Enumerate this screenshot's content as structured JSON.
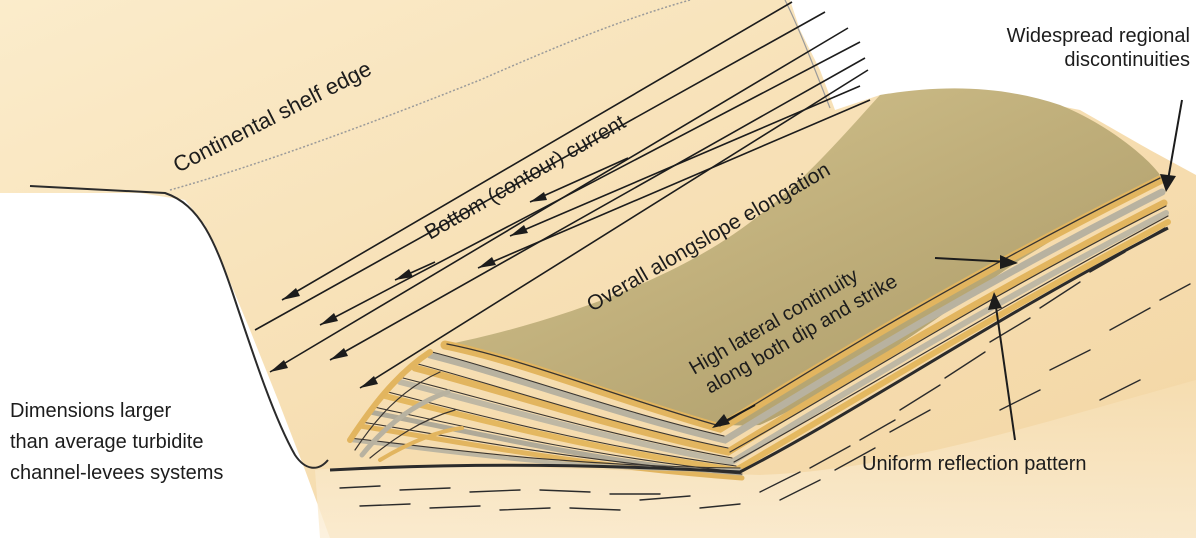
{
  "labels": {
    "shelf_edge": "Continental shelf edge",
    "bottom_current": "Bottom (contour) current",
    "alongslope": "Overall alongslope elongation",
    "lateral_line1": "High lateral continuity",
    "lateral_line2": "along both dip and strike",
    "widespread_line1": "Widespread regional",
    "widespread_line2": "discontinuities",
    "uniform": "Uniform reflection pattern",
    "dimensions_line1": "Dimensions larger",
    "dimensions_line2": "than average turbidite",
    "dimensions_line3": "channel-levees systems"
  },
  "colors": {
    "background": "#ffffff",
    "slope_fill": "#f8e6c2",
    "drift_top": "#c2b07a",
    "layer_tan": "#e2b55f",
    "layer_grey": "#b8b2a0",
    "layer_dark": "#4a4540",
    "ink": "#1c1c1c"
  }
}
